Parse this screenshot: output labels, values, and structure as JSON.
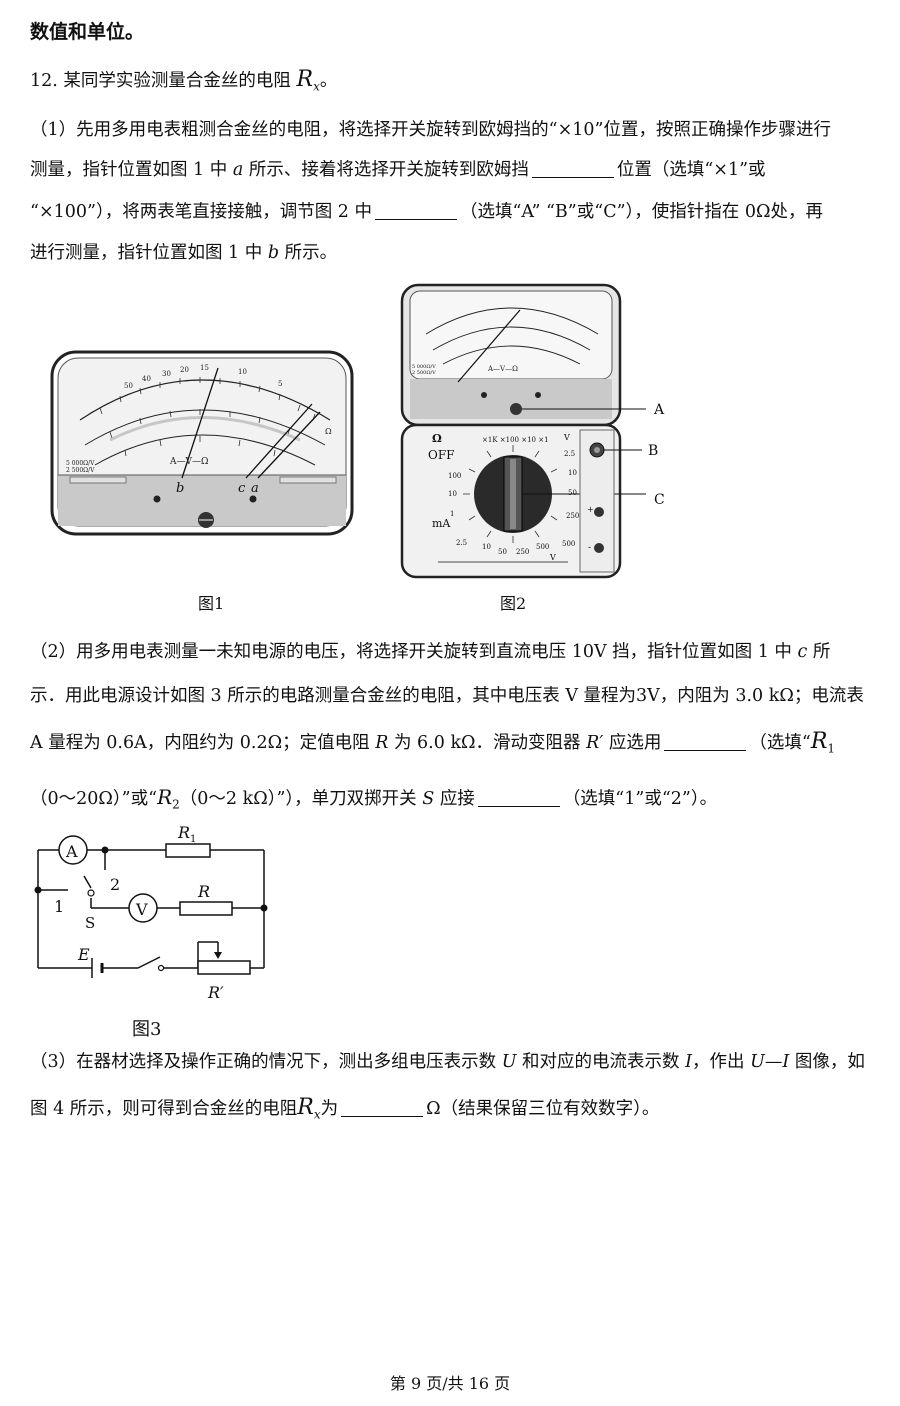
{
  "header": {
    "text": "数值和单位。"
  },
  "question": {
    "number": "12.",
    "title": "某同学实验测量合金丝的电阻",
    "rx_label": "R",
    "rx_sub": "x",
    "title_end": "。"
  },
  "part1": {
    "l1": "（1）先用多用电表粗测合金丝的电阻，将选择开关旋转到欧姆挡的“×10”位置，按照正确操作步骤进行",
    "l2a": "测量，指针位置如图 1 中",
    "l2v": "a",
    "l2b": "所示、接着将选择开关旋转到欧姆挡",
    "l2c": "位置（选填“×1”或",
    "l3a": "“×100”），将两表笔直接接触，调节图 2 中",
    "l3b": "（选填“A” “B”或“C”），使指针指在 0Ω处，再",
    "l4a": "进行测量，指针位置如图 1 中",
    "l4v": "b",
    "l4b": "所示。"
  },
  "figure1": {
    "caption": "图1",
    "label_b": "b",
    "label_c": "c",
    "label_a": "a",
    "avo": "A—V—Ω",
    "spec1": "5 000Ω/V",
    "spec2": "2 500Ω/V",
    "omega": "Ω",
    "top_ticks": [
      "50",
      "40",
      "30",
      "20",
      "15",
      "10",
      "5"
    ]
  },
  "figure2": {
    "caption": "图2",
    "label_A": "A",
    "label_B": "B",
    "label_C": "C",
    "off": "OFF",
    "ohm": "Ω",
    "ma": "mA",
    "v_dc": "V",
    "v_ac": "V",
    "ranges_top": "×1K ×100 ×10 ×1",
    "left_ticks": [
      "100",
      "10",
      "1",
      "2.5"
    ],
    "bottom_ticks": [
      "10",
      "50",
      "250",
      "500"
    ],
    "right_ticks": [
      "2.5",
      "10",
      "50",
      "250",
      "500"
    ],
    "avo": "A—V—Ω",
    "spec1": "5 000Ω/V",
    "spec2": "2 500Ω/V",
    "plus": "+",
    "minus": "-"
  },
  "part2": {
    "l1a": "（2）用多用电表测量一未知电源的电压，将选择开关旋转到直流电压 10V 挡，指针位置如图 1 中",
    "l1v": "c",
    "l1b": "所",
    "l2": "示．用此电源设计如图 3 所示的电路测量合金丝的电阻，其中电压表 V 量程为3V，内阻为 3.0 kΩ；电流表",
    "l3a": "A 量程为 0.6A，内阻约为 0.2Ω；定值电阻",
    "l3v": "R",
    "l3b": "为 6.0 kΩ．滑动变阻器",
    "l3c": "R′",
    "l3d": "应选用",
    "l3e": "（选填“",
    "l3r": "R",
    "l3rs": "1",
    "l4a": "（0～20Ω）”或“",
    "l4r": "R",
    "l4rs": "2",
    "l4b": "（0～2 kΩ）”），单刀双掷开关",
    "l4s": "S",
    "l4c": "应接",
    "l4d": "（选填“1”或“2”）。"
  },
  "figure3": {
    "caption": "图3",
    "ammeter": "A",
    "voltmeter": "V",
    "r1": "R",
    "r1_sub": "1",
    "r": "R",
    "e": "E",
    "rp": "R′",
    "s": "S",
    "t1": "1",
    "t2": "2"
  },
  "part3": {
    "l1a": "（3）在器材选择及操作正确的情况下，测出多组电压表示数",
    "l1u": "U",
    "l1b": "和对应的电流表示数",
    "l1i": "I",
    "l1c": "，作出",
    "l1ui": "U—I",
    "l1d": "图像，如",
    "l2a": "图 4 所示，则可得到合金丝的电阻",
    "l2r": "R",
    "l2rs": "x",
    "l2b": "为",
    "l2c": "Ω（结果保留三位有效数字）。"
  },
  "footer": {
    "text": "第 9 页/共 16 页"
  }
}
